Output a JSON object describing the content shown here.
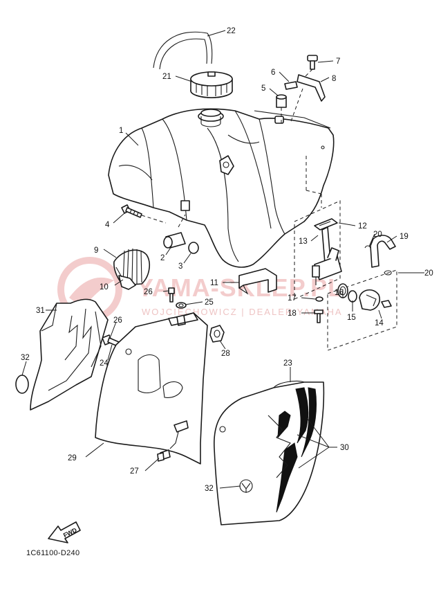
{
  "watermark": {
    "brand": "YAMA-SKLEP.PL",
    "tagline": "WOJCIECHOWICZ | DEALER YAMAHA"
  },
  "drawing_code": "1C61100-D240",
  "fwd_label": "FWD",
  "callouts": {
    "c1": "1",
    "c2": "2",
    "c3": "3",
    "c4": "4",
    "c5": "5",
    "c6": "6",
    "c7": "7",
    "c8": "8",
    "c9": "9",
    "c10": "10",
    "c11": "11",
    "c12": "12",
    "c13": "13",
    "c14": "14",
    "c15": "15",
    "c16": "16",
    "c17": "17",
    "c18": "18",
    "c19": "19",
    "c20a": "20",
    "c20b": "20",
    "c21": "21",
    "c22": "22",
    "c23": "23",
    "c24": "24",
    "c25": "25",
    "c26a": "26",
    "c26b": "26",
    "c27": "27",
    "c28": "28",
    "c29": "29",
    "c30": "30",
    "c31": "31",
    "c32a": "32",
    "c32b": "32"
  },
  "colors": {
    "line": "#1a1a1a",
    "watermark": "#f3cccc"
  }
}
